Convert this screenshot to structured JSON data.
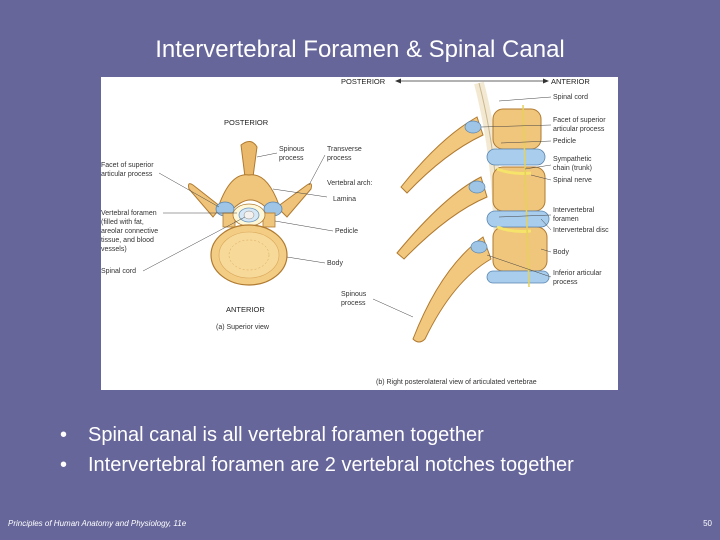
{
  "slide": {
    "title": "Intervertebral Foramen & Spinal Canal",
    "bullets": [
      "Spinal canal is all vertebral foramen together",
      "Intervertebral foramen are 2 vertebral notches together"
    ],
    "footer": "Principles of Human Anatomy and Physiology, 11e",
    "page_number": "50"
  },
  "figure": {
    "direction_posterior": "POSTERIOR",
    "direction_anterior": "ANTERIOR",
    "a": {
      "posterior": "POSTERIOR",
      "anterior": "ANTERIOR",
      "caption": "(a) Superior view",
      "labels": {
        "facet": [
          "Facet of superior",
          "articular process"
        ],
        "vertebral_foramen": [
          "Vertebral foramen",
          "(filled with fat,",
          "areolar connective",
          "tissue, and blood",
          "vessels)"
        ],
        "spinal_cord": "Spinal cord",
        "spinous": [
          "Spinous",
          "process"
        ],
        "transverse": [
          "Transverse",
          "process"
        ],
        "arch": [
          "Vertebral arch:",
          "Lamina"
        ],
        "pedicle": "Pedicle",
        "body": "Body"
      }
    },
    "b": {
      "caption": "(b) Right posterolateral view of articulated vertebrae",
      "labels": {
        "spinal_cord": "Spinal cord",
        "facet": [
          "Facet of superior",
          "articular process"
        ],
        "pedicle": "Pedicle",
        "sympathetic": [
          "Sympathetic",
          "chain (trunk)"
        ],
        "spinal_nerve": "Spinal nerve",
        "iv_foramen": [
          "Intervertebral",
          "foramen"
        ],
        "iv_disc": "Intervertebral disc",
        "body": "Body",
        "inferior": [
          "Inferior articular",
          "process"
        ],
        "spinous": [
          "Spinous",
          "process"
        ]
      }
    }
  }
}
